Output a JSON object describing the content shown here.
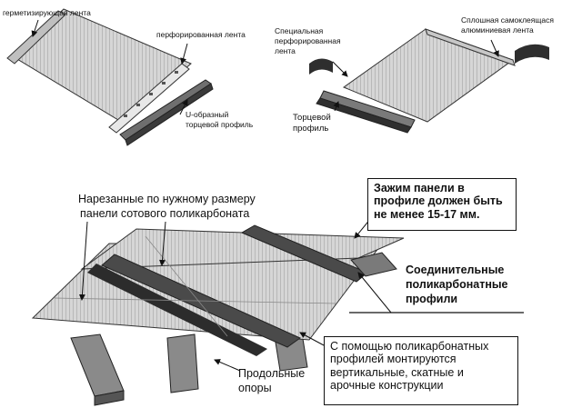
{
  "top_left": {
    "sealing_tape": "герметизирующая лента",
    "perforated_tape": "перфорированная лента",
    "u_profile_line1": "U-образный",
    "u_profile_line2": "торцевой профиль"
  },
  "top_right": {
    "special_tape_line1": "Специальная",
    "special_tape_line2": "перфорированная",
    "special_tape_line3": "лента",
    "alu_tape_line1": "Сплошная самоклеящася",
    "alu_tape_line2": "алюминиевая лента",
    "end_profile_line1": "Торцевой",
    "end_profile_line2": "профиль"
  },
  "bottom": {
    "cut_panels_line1": "Нарезанные по нужному размеру",
    "cut_panels_line2": "панели сотового поликарбоната",
    "clamp_line1": "Зажим панели в",
    "clamp_line2": "профиле должен быть",
    "clamp_line3": "не менее 15-17 мм.",
    "connecting_line1": "Соединительные",
    "connecting_line2": "поликарбонатные",
    "connecting_line3": "профили",
    "mount_line1": "С помощью поликарбонатных",
    "mount_line2": "профилей монтируются",
    "mount_line3": "вертикальные, скатные и",
    "mount_line4": "арочные конструкции",
    "supports_line1": "Продольные",
    "supports_line2": "опоры"
  }
}
